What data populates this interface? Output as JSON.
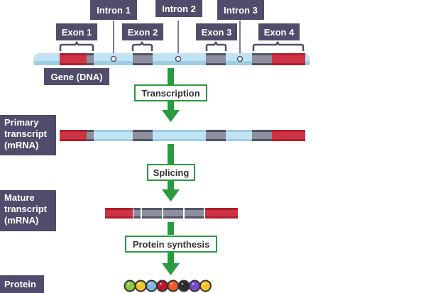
{
  "gene": {
    "label": "Gene (DNA)",
    "introns": [
      "Intron 1",
      "Intron 2",
      "Intron 3"
    ],
    "exons": [
      "Exon 1",
      "Exon 2",
      "Exon 3",
      "Exon 4"
    ]
  },
  "steps": [
    "Transcription",
    "Splicing",
    "Protein synthesis"
  ],
  "stages": {
    "primary": "Primary transcript (mRNA)",
    "mature": "Mature transcript (mRNA)",
    "protein": "Protein"
  },
  "colors": {
    "label_bg": "#4f4d6b",
    "intron": "#bfe3f2",
    "exon_grey": "#8e8e9e",
    "exon_red": "#cc3344",
    "arrow": "#2a9a3f"
  },
  "protein_beads": [
    "#8dc63f",
    "#f5c32c",
    "#7fb8de",
    "#c1172c",
    "#f15a24",
    "#2b2b2b",
    "#7a4bc9",
    "#f5c32c"
  ]
}
